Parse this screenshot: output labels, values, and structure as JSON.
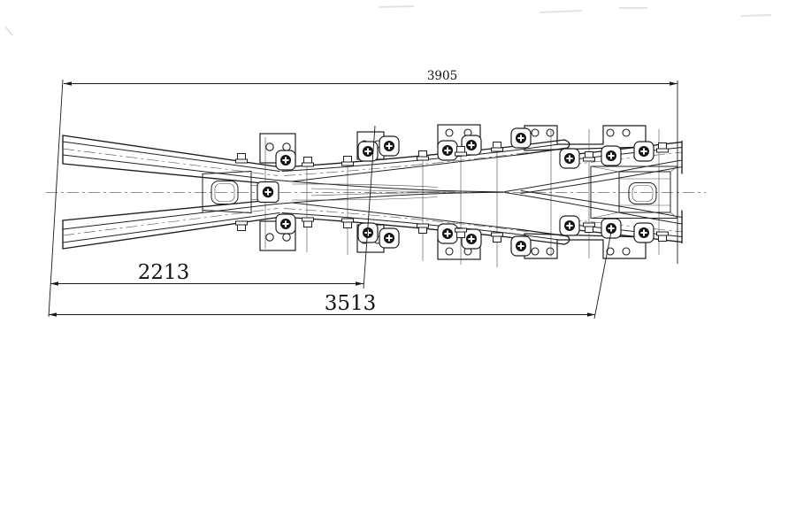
{
  "colors": {
    "background": "#ffffff",
    "line": "#1f1f1f",
    "dimension_text": "#111111"
  },
  "dimensions": {
    "overall": {
      "value": "3905"
    },
    "middle": {
      "value": "2213"
    },
    "lower": {
      "value": "3513"
    }
  }
}
